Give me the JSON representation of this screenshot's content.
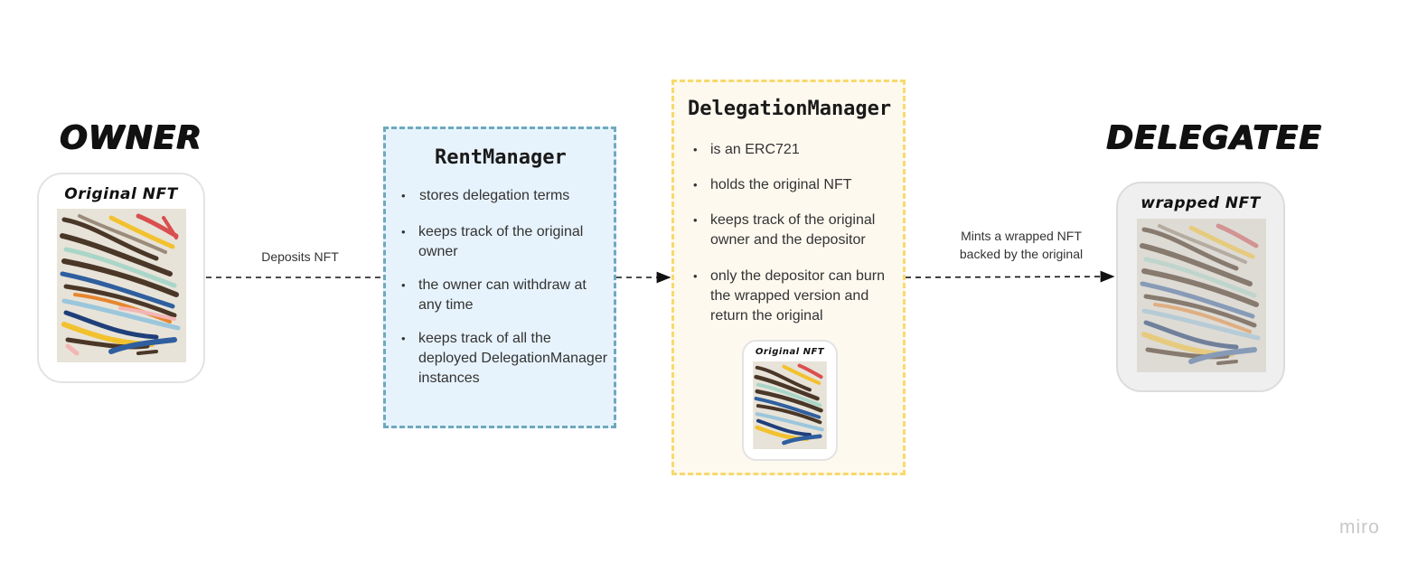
{
  "owner": {
    "heading": "OWNER",
    "card_title": "Original NFT"
  },
  "rent_manager": {
    "title": "RentManager",
    "items": [
      "stores delegation terms",
      "keeps track of the original owner",
      "the owner can withdraw at any time",
      "keeps track of all the deployed DelegationManager instances"
    ]
  },
  "delegation_manager": {
    "title": "DelegationManager",
    "items": [
      "is an ERC721",
      "holds the original NFT",
      "keeps track of the original owner and the depositor",
      "only the depositor can burn the wrapped version and return the original"
    ],
    "card_title": "Original NFT"
  },
  "delegatee": {
    "heading": "DELEGATEE",
    "card_title": "wrapped NFT"
  },
  "edges": {
    "deposit_label": "Deposits NFT",
    "mint_label_line1": "Mints a wrapped NFT",
    "mint_label_line2": "backed by the original"
  },
  "watermark": "miro",
  "colors": {
    "rent_fill": "#e7f3fc",
    "rent_border": "#6fa9bd",
    "deleg_fill": "#fef9ef",
    "deleg_border": "#f6da6d"
  }
}
